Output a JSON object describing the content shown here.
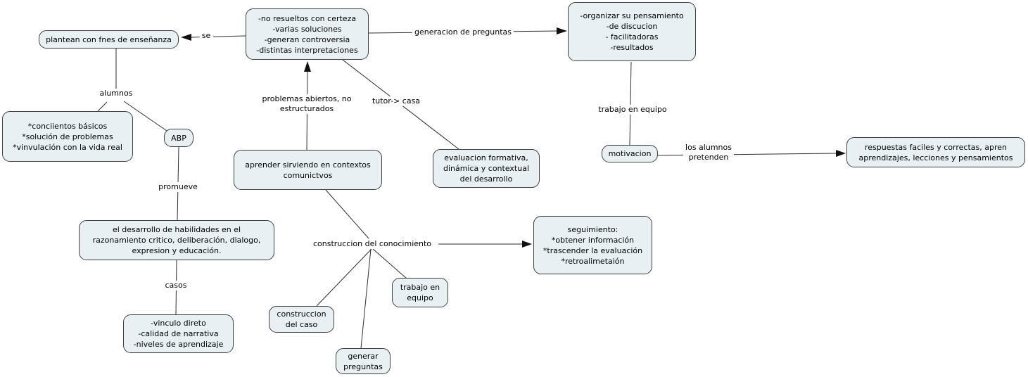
{
  "colors": {
    "background": "#ffffff",
    "node_fill": "#e8f0f3",
    "node_border": "#3f3f3f",
    "edge_line": "#2e2e2e",
    "text": "#000000"
  },
  "nodes": {
    "plantean": "plantean con fnes de enseñanza",
    "no_resueltos": "-no resueltos con certeza\n-varias soluciones\n-generan controversia\n-distintas interpretaciones",
    "organizar": "-organizar su pensamiento\n-de discucion\n- facilitadoras\n-resultados",
    "conocimientos": "*conciientos básicos\n*solución de problemas\n*vinvulación con la vida real",
    "abp": "ABP",
    "aprender": "aprender sirviendo en contextos\ncomunictvos",
    "evaluacion": "evaluacion formativa,\ndinámica y contextual\ndel desarrollo",
    "motivacion": "motivacion",
    "respuestas": "respuestas faciles y correctas, apren\naprendizajes, lecciones y pensamientos",
    "desarrollo": "el desarrollo de habilidades en el\nrazonamiento critico, deliberación, dialogo,\nexpresion y educación.",
    "vinculo": "-vinculo direto\n-calidad de narrativa\n-niveles de aprendizaje",
    "seguimiento": "seguimiento:\n*obtener información\n*trascender la evaluación\n*retroalimetaión",
    "trabajo_equipo_box": "trabajo en\nequipo",
    "construccion_caso": "construccion\ndel caso",
    "generar_preguntas": "generar\npreguntas"
  },
  "links": {
    "se": "se",
    "generacion_preguntas": "generacion de preguntas",
    "alumnos": "alumnos",
    "problemas_abiertos": "problemas abiertos, no\nestructurados",
    "tutor_casa": "tutor-> casa",
    "trabajo_en_equipo": "trabajo en equipo",
    "promueve": "promueve",
    "los_alumnos_pretenden": "los alumnos\npretenden",
    "construccion_conocimiento": "construccion del conocimiento",
    "casos": "casos"
  }
}
